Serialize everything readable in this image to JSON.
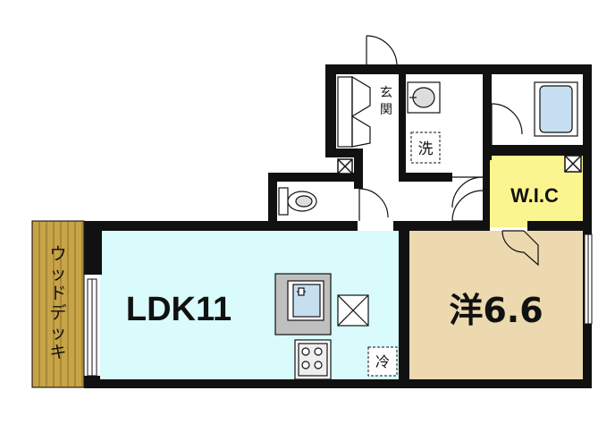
{
  "rooms": {
    "ldk": {
      "label": "LDK11",
      "color": "#d9fbfb"
    },
    "western": {
      "label": "洋6.6",
      "color": "#ecd9b0"
    },
    "wic": {
      "label": "W.I.C",
      "color": "#fbf590"
    }
  },
  "labels": {
    "entrance": "玄関",
    "washroom": "洗",
    "fridge": "冷",
    "deck": "ウッドデッキ"
  },
  "colors": {
    "wall": "#111111",
    "deck": "#c8a448",
    "deck_line": "#8a6d22",
    "fixture": "#bfbfbf",
    "bath": "#c6dff0"
  }
}
